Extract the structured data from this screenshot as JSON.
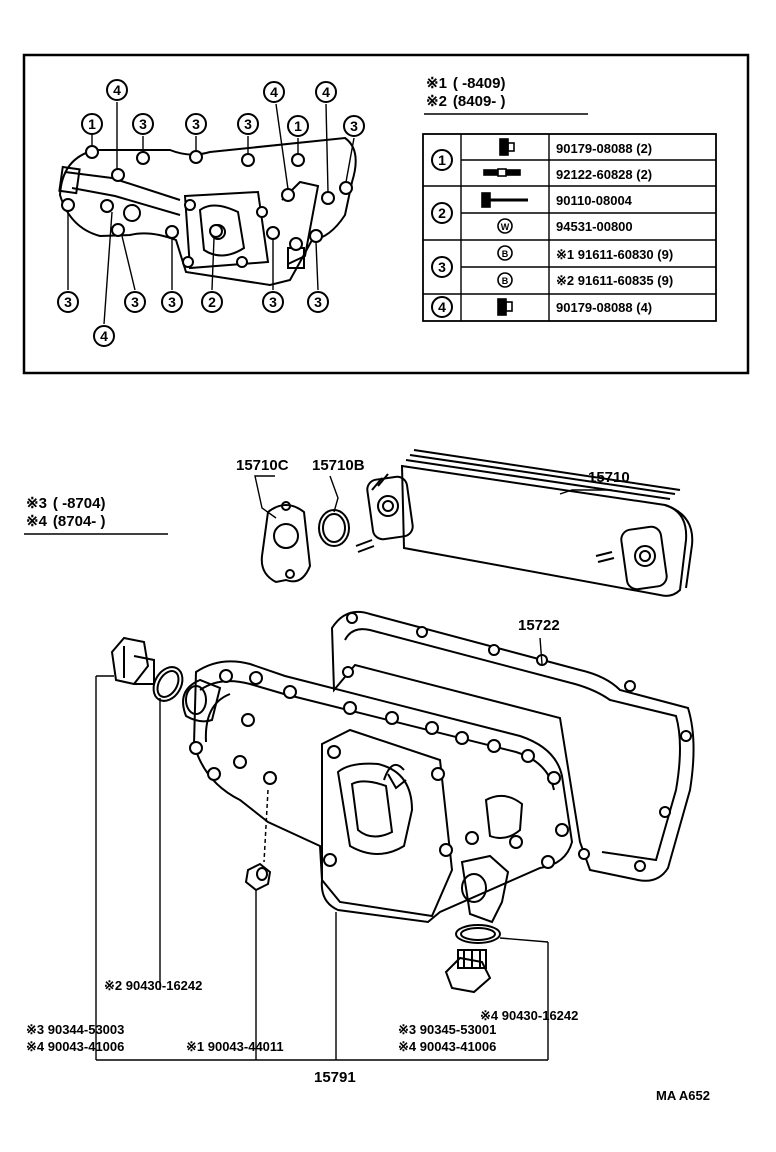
{
  "inset": {
    "callouts": [
      {
        "n": "1"
      },
      {
        "n": "4"
      },
      {
        "n": "3"
      },
      {
        "n": "3"
      },
      {
        "n": "3"
      },
      {
        "n": "1"
      },
      {
        "n": "4"
      },
      {
        "n": "4"
      },
      {
        "n": "3"
      },
      {
        "n": "3"
      },
      {
        "n": "3"
      },
      {
        "n": "3"
      },
      {
        "n": "2"
      },
      {
        "n": "3"
      },
      {
        "n": "3"
      },
      {
        "n": "4"
      }
    ],
    "notes": [
      {
        "mark": "※1",
        "range": "(        -8409)"
      },
      {
        "mark": "※2",
        "range": "(8409-        )"
      }
    ],
    "table": [
      {
        "key": "1",
        "rows": [
          {
            "icon": "bolt-washer-icon",
            "part": "90179-08088 (2)"
          },
          {
            "icon": "stud-bolt-icon",
            "part": "92122-60828 (2)"
          }
        ]
      },
      {
        "key": "2",
        "rows": [
          {
            "icon": "bolt-icon",
            "part": "90110-08004"
          },
          {
            "icon": "washer-w-icon",
            "part": "94531-00800"
          }
        ]
      },
      {
        "key": "3",
        "rows": [
          {
            "icon": "bolt-b-icon",
            "part": "※1 91611-60830 (9)"
          },
          {
            "icon": "bolt-b-icon",
            "part": "※2 91611-60835 (9)"
          }
        ]
      },
      {
        "key": "4",
        "rows": [
          {
            "icon": "bolt-washer-icon",
            "part": "90179-08088 (4)"
          }
        ]
      }
    ]
  },
  "notes_lower": [
    {
      "mark": "※3",
      "range": "(        -8704)"
    },
    {
      "mark": "※4",
      "range": "(8704-        )"
    }
  ],
  "labels": {
    "gasket_c": "15710C",
    "oring_b": "15710B",
    "cooler": "15710",
    "gasket_case": "15722",
    "cover": "15791",
    "gasket_l": "※2 90430-16242",
    "plug_l1": "※3 90344-53003",
    "plug_l2": "※4 90043-41006",
    "drain_cock": "※1 90043-44011",
    "gasket_r": "※4 90430-16242",
    "plug_r1": "※3 90345-53001",
    "plug_r2": "※4 90043-41006",
    "figure_code": "MA  A652"
  }
}
